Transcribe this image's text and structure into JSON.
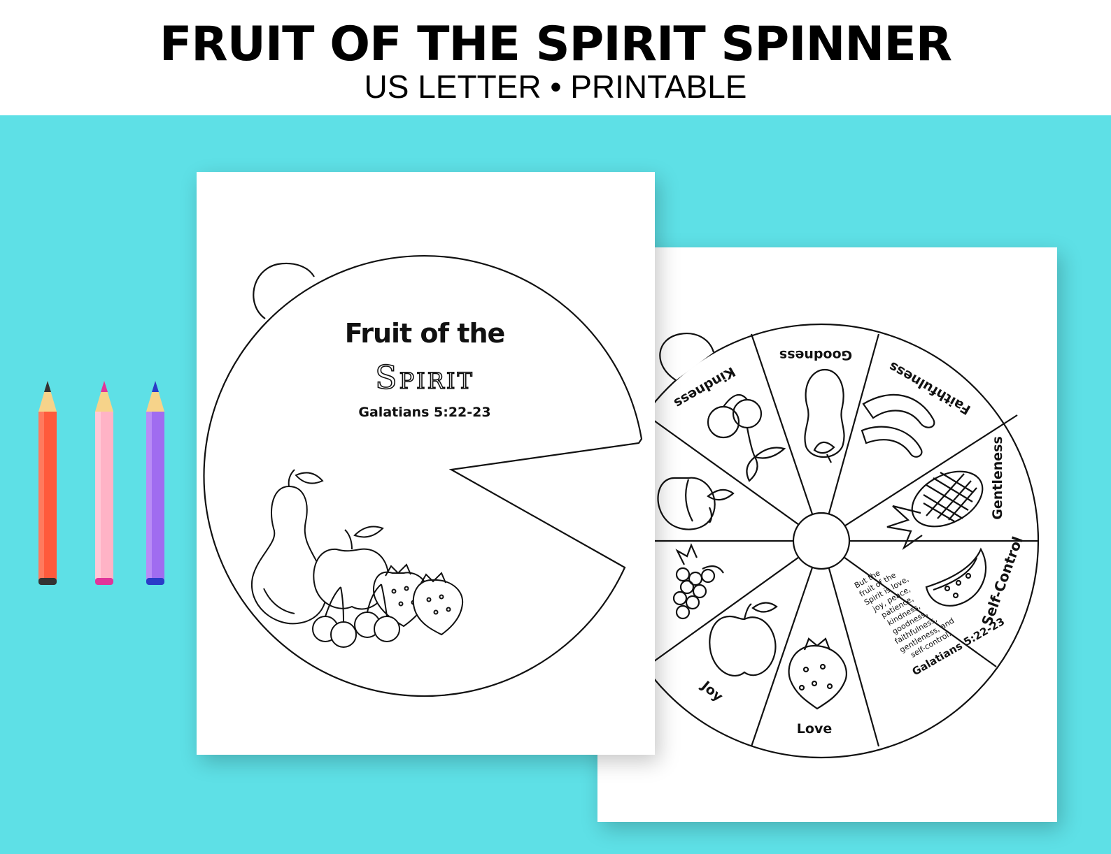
{
  "header": {
    "title": "FRUIT OF THE SPIRIT SPINNER",
    "subtitle": "US LETTER • PRINTABLE"
  },
  "cover": {
    "heading_line1": "Fruit of the",
    "heading_line2": "Spirit",
    "reference": "Galatians 5:22-23"
  },
  "wheel": {
    "segments": {
      "kindness": "Kindness",
      "goodness": "Goodness",
      "faithfulness": "Faithfulness",
      "gentleness": "Gentleness",
      "self_control": "Self-Control",
      "love": "Love",
      "joy": "Joy"
    },
    "verse_lines": [
      "But the",
      "fruit of the",
      "Spirit is love,",
      "joy, peace,",
      "patience,",
      "kindness,",
      "goodness,",
      "faithfulness,",
      "gentleness, and",
      "self-control."
    ],
    "verse_reference": "Galatians 5:22-23"
  },
  "colors": {
    "background": "#5ee0e6",
    "pencil_orange": "#ff5a3c",
    "pencil_pink": "#ffb3c6",
    "pencil_purple": "#a06cf0"
  }
}
